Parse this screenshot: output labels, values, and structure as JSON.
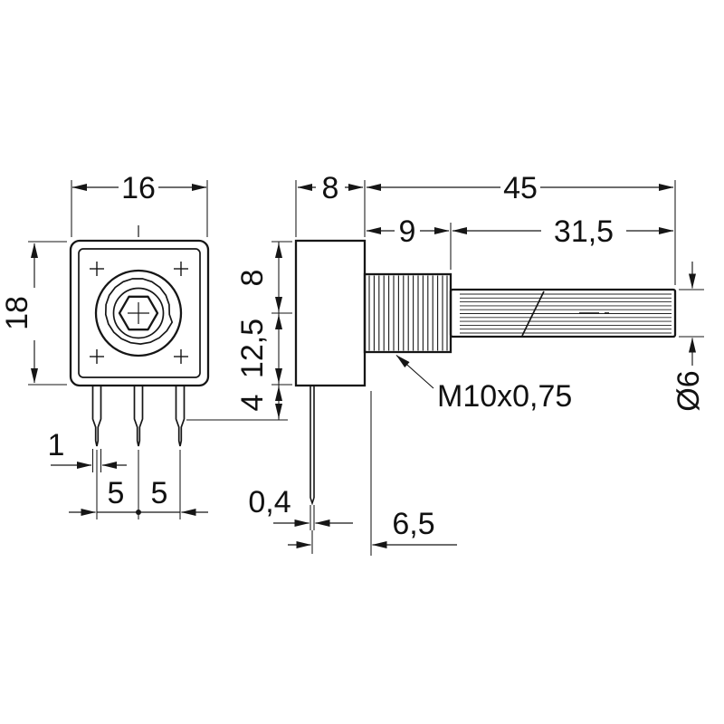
{
  "title": "Potentiometer dimensional drawing",
  "dims": {
    "front_width": "16",
    "front_height": "18",
    "body_depth": "8",
    "total_length": "45",
    "bushing_length": "9",
    "shaft_length": "31,5",
    "top_to_axis": "8",
    "axis_to_bottom": "12,5",
    "pin_shoulder": "4",
    "pin_width": "1",
    "pin_pitch_a": "5",
    "pin_pitch_b": "5",
    "pin_thickness": "0,4",
    "pin_to_face": "6,5",
    "thread_label": "M10x0,75",
    "shaft_diameter": "Ø6"
  }
}
